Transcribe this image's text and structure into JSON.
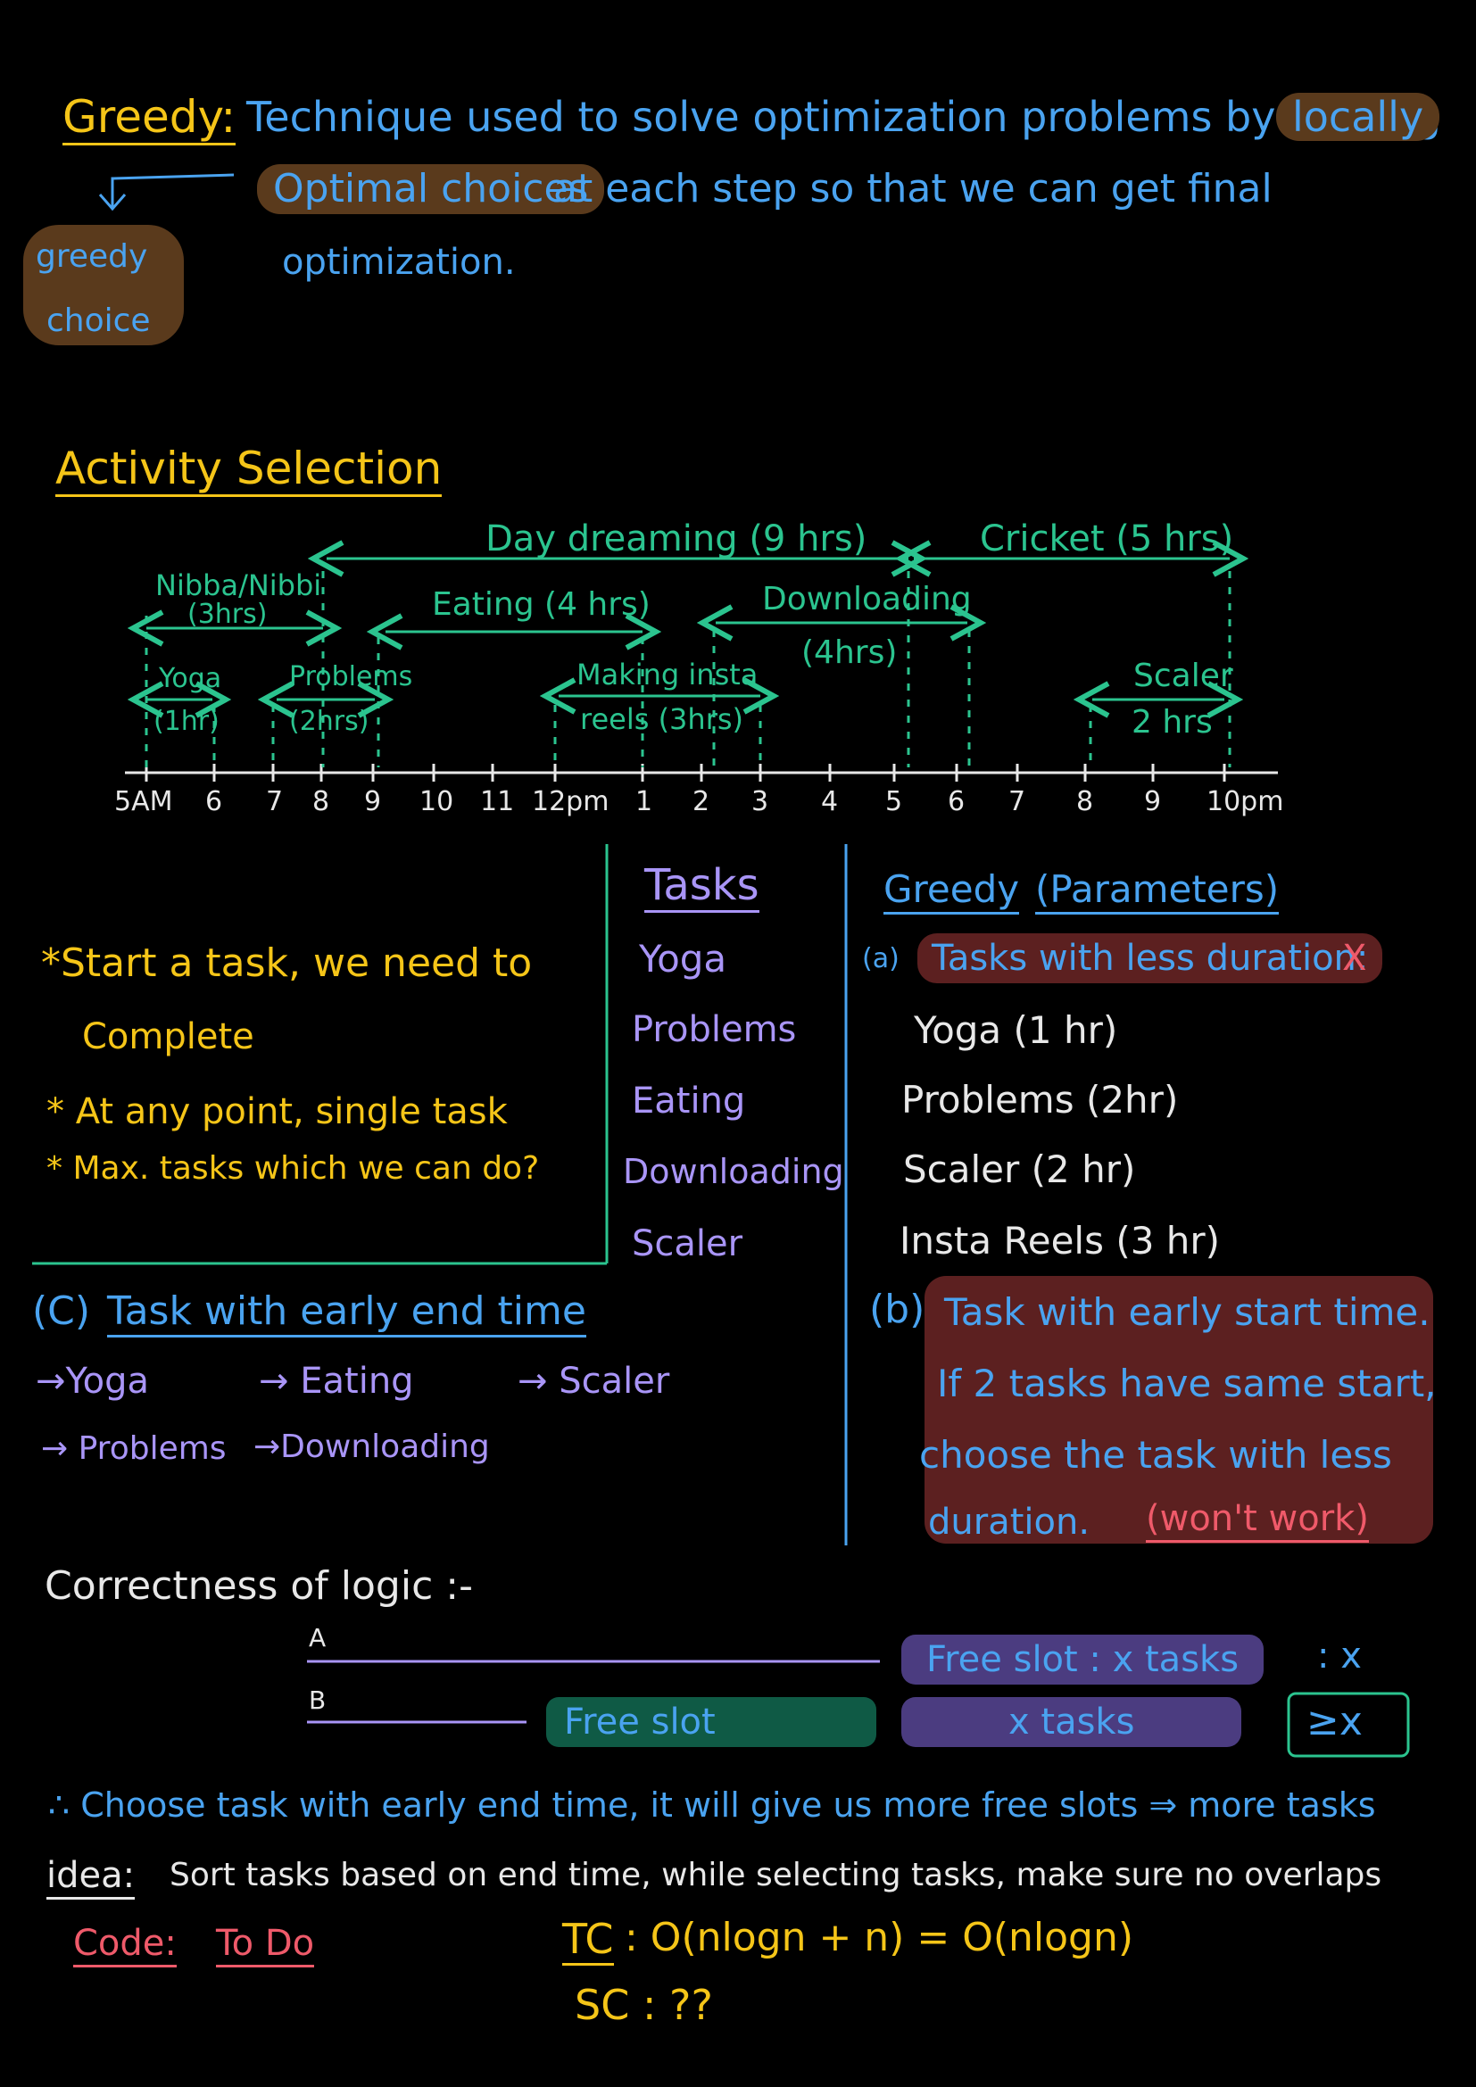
{
  "greedy_def": {
    "heading": "Greedy:",
    "line1": "Technique used to solve optimization problems by making",
    "locally": "locally",
    "optimal_choices": "Optimal choices",
    "line2_rest": "at each step so that we can get final",
    "line3": "optimization.",
    "greedy_choice_1": "greedy",
    "greedy_choice_2": "choice"
  },
  "activity": {
    "heading": "Activity Selection",
    "spans": {
      "day_dreaming": "Day dreaming (9 hrs)",
      "cricket": "Cricket (5 hrs)",
      "nibba_1": "Nibba/Nibbi",
      "nibba_2": "(3hrs)",
      "eating": "Eating (4 hrs)",
      "downloading_1": "Downloading",
      "downloading_2": "(4hrs)",
      "yoga_1": "Yoga",
      "yoga_2": "(1hr)",
      "problems_1": "Problems",
      "problems_2": "(2hrs)",
      "insta_1": "Making insta",
      "insta_2": "reels (3hrs)",
      "scaler_1": "Scaler",
      "scaler_2": "2 hrs"
    },
    "ticks": [
      "5AM",
      "6",
      "7",
      "8",
      "9",
      "10",
      "11",
      "12pm",
      "1",
      "2",
      "3",
      "4",
      "5",
      "6",
      "7",
      "8",
      "9",
      "10pm"
    ]
  },
  "rules": {
    "r1a": "*Start a task, we need to",
    "r1b": "Complete",
    "r2": "* At any point, single task",
    "r3": "* Max. tasks which we can do?"
  },
  "tasks": {
    "heading": "Tasks",
    "items": [
      "Yoga",
      "Problems",
      "Eating",
      "Downloading",
      "Scaler"
    ]
  },
  "params": {
    "heading_a": "Greedy",
    "heading_b": "(Parameters)",
    "a_label": "(a)",
    "a_text": "Tasks with less duration:",
    "a_mark": "X",
    "a_items": [
      "Yoga (1 hr)",
      "Problems (2hr)",
      "Scaler (2 hr)",
      "Insta Reels (3 hr)"
    ],
    "b_label": "(b)",
    "b_lines": [
      "Task with early start time.",
      "If 2 tasks have same start,",
      "choose the task with less",
      "duration."
    ],
    "b_note": "(won't work)"
  },
  "option_c": {
    "label": "(C)",
    "heading": "Task with early end time",
    "yoga": "→Yoga",
    "eating": "→ Eating",
    "scaler": "→ Scaler",
    "problems": "→ Problems",
    "downloading": "→Downloading"
  },
  "correctness": {
    "heading": "Correctness of logic :-",
    "a": "A",
    "b": "B",
    "free_slot_x": "Free slot : x tasks",
    "colon_x": ": x",
    "free_slot": "Free slot",
    "x_tasks": "x tasks",
    "ge_x": "≥x"
  },
  "conclusion": {
    "line1": "∴ Choose task with early end time, it will give us more free slots ⇒ more tasks",
    "idea_label": "idea:",
    "idea_text": "Sort tasks based on end time, while selecting tasks, make sure no overlaps",
    "code_label": "Code:",
    "code_value": "To Do",
    "tc_label": "TC",
    "tc_value": ": O(nlogn + n) = O(nlogn)",
    "sc": "SC : ??"
  },
  "colors": {
    "yellow": "#f5c518",
    "blue": "#4aa3f0",
    "green": "#2bc48f",
    "purple": "#a995f7",
    "white": "#e8e8e8",
    "red": "#ef5a6a"
  }
}
